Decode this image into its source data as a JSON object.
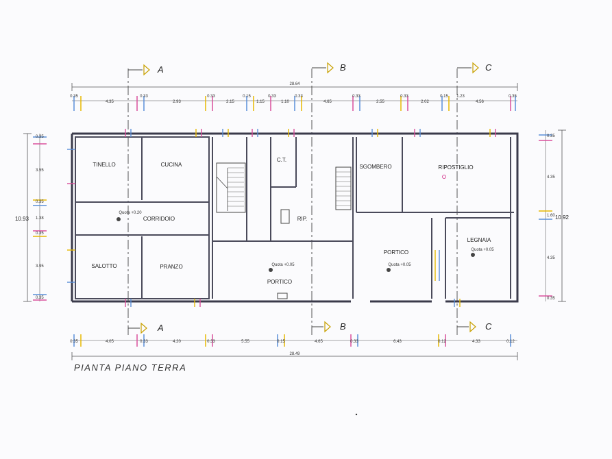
{
  "drawing": {
    "title": "PIANTA PIANO TERRA",
    "sections": [
      "A",
      "B",
      "C"
    ],
    "overall_top": "28.64",
    "overall_bottom": "28.49",
    "overall_left": "10.93",
    "overall_right": "10.92"
  },
  "rooms": {
    "tinello": "TINELLO",
    "cucina": "CUCINA",
    "corridoio": "CORRIDOIO",
    "salotto": "SALOTTO",
    "pranzo": "PRANZO",
    "ct": "C.T.",
    "rip": "RIP.",
    "portico_left": "PORTICO",
    "sgombero": "SGOMBERO",
    "ripostiglio": "RIPOSTIGLIO",
    "portico_right": "PORTICO",
    "legnaia": "LEGNAIA"
  },
  "quotes": {
    "corridoio": "Quota +0.20",
    "portico_left": "Quota +0.05",
    "portico_right": "Quota +0.05",
    "legnaia": "Quota +0.05"
  },
  "dims_top": [
    "0.35",
    "4.35",
    "0.33",
    "2.93",
    "0.33",
    "2.15",
    "0.15",
    "1.15",
    "0.33",
    "1.10",
    "0.33",
    "4.65",
    "0.33",
    "2.55",
    "0.33",
    "2.02",
    "0.15",
    "1.23",
    "4.56",
    "0.35"
  ],
  "dims_bottom": [
    "0.35",
    "4.05",
    "0.33",
    "4.20",
    "0.33",
    "5.55",
    "0.15",
    "4.65",
    "0.33",
    "6.43",
    "0.12",
    "4.33",
    "0.12"
  ],
  "dims_left": [
    "0.35",
    "3.55",
    "0.35",
    "1.38",
    "0.35",
    "3.95",
    "0.35"
  ],
  "dims_right": [
    "0.35",
    "4.35",
    "1.60",
    "4.35",
    "0.35"
  ]
}
